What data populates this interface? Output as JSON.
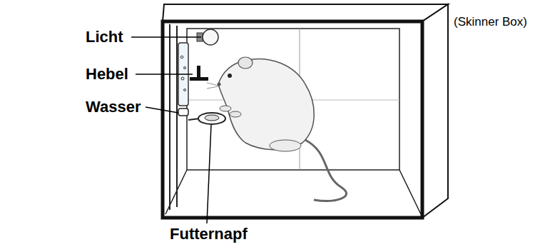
{
  "diagram": {
    "labels": [
      "Licht",
      "Hebel",
      "Wasser",
      "Futternapf",
      "(Skinner Box)"
    ]
  }
}
